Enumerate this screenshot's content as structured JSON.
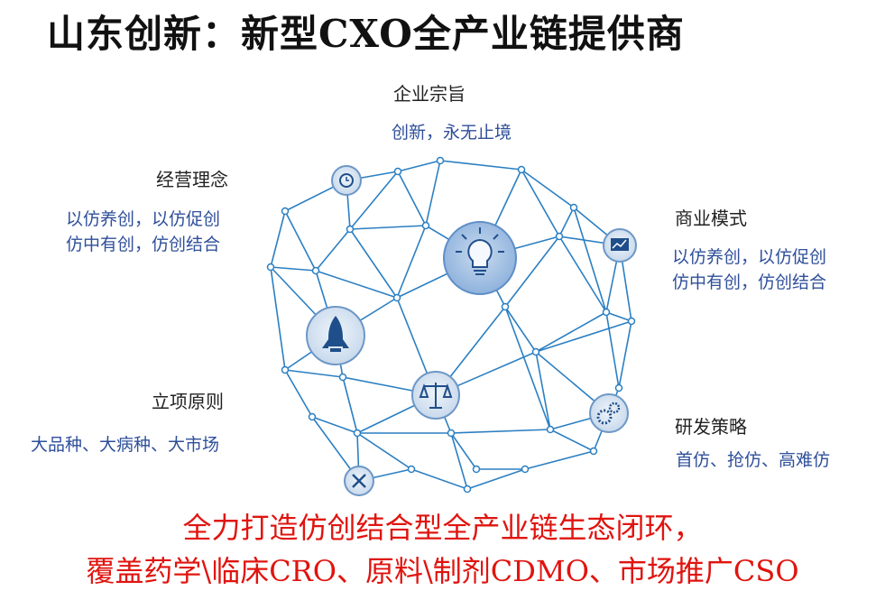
{
  "title": "山东创新：新型CXO全产业链提供商",
  "blocks": {
    "mission": {
      "heading": "企业宗旨",
      "lines": [
        "创新，永无止境"
      ]
    },
    "philosophy": {
      "heading": "经营理念",
      "lines": [
        "以仿养创，以仿促创",
        "仿中有创，仿创结合"
      ]
    },
    "business": {
      "heading": "商业模式",
      "lines": [
        "以仿养创，以仿促创",
        "仿中有创，仿创结合"
      ]
    },
    "principle": {
      "heading": "立项原则",
      "lines": [
        "大品种、大病种、大市场"
      ]
    },
    "rnd": {
      "heading": "研发策略",
      "lines": [
        "首仿、抢仿、高难仿"
      ]
    }
  },
  "bottom": {
    "line1": "全力打造仿创结合型全产业链生态闭环，",
    "line2": "覆盖药学\\临床CRO、原料\\制剂CDMO、市场推广CSO"
  },
  "icons": [
    "clock-icon",
    "lightbulb-icon",
    "chart-icon",
    "rocket-icon",
    "scales-icon",
    "gears-icon",
    "tools-icon"
  ],
  "colors": {
    "line": "#2b7fc2",
    "node_fill": "#d7e4f2",
    "accent_red": "#e0140f",
    "text_blue": "#2f4f9a"
  }
}
